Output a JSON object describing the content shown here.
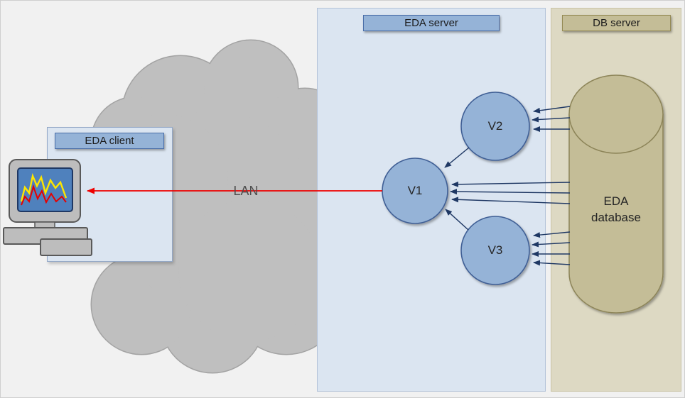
{
  "diagram": {
    "panels": {
      "eda_server": {
        "title": "EDA server"
      },
      "db_server": {
        "title": "DB server"
      }
    },
    "client": {
      "title": "EDA client"
    },
    "nodes": {
      "v1": {
        "label": "V1"
      },
      "v2": {
        "label": "V2"
      },
      "v3": {
        "label": "V3"
      }
    },
    "database": {
      "label": "EDA database"
    },
    "network": {
      "label": "LAN"
    },
    "edges": [
      {
        "from": "eda_database",
        "to": "v2",
        "count": 3,
        "color": "#1f3864"
      },
      {
        "from": "eda_database",
        "to": "v1",
        "count": 3,
        "color": "#1f3864"
      },
      {
        "from": "eda_database",
        "to": "v3",
        "count": 4,
        "color": "#1f3864"
      },
      {
        "from": "v2",
        "to": "v1",
        "count": 1,
        "color": "#1f3864"
      },
      {
        "from": "v3",
        "to": "v1",
        "count": 1,
        "color": "#1f3864"
      },
      {
        "from": "v1",
        "to": "eda_client",
        "count": 1,
        "color": "#ee0000",
        "label": "LAN"
      }
    ],
    "colors": {
      "background": "#f1f1f1",
      "server_panel": "#dbe5f1",
      "db_panel": "#ddd9c3",
      "title_blue": "#95b3d7",
      "title_tan": "#c4bd97",
      "node_fill": "#95b3d7",
      "node_border": "#3f5f95",
      "cylinder_fill": "#c4bd97",
      "cylinder_border": "#8c8458",
      "cloud_fill": "#bfbfbf",
      "arrow_navy": "#1f3864",
      "arrow_red": "#ee0000",
      "screen_blue": "#4f81bd"
    }
  }
}
